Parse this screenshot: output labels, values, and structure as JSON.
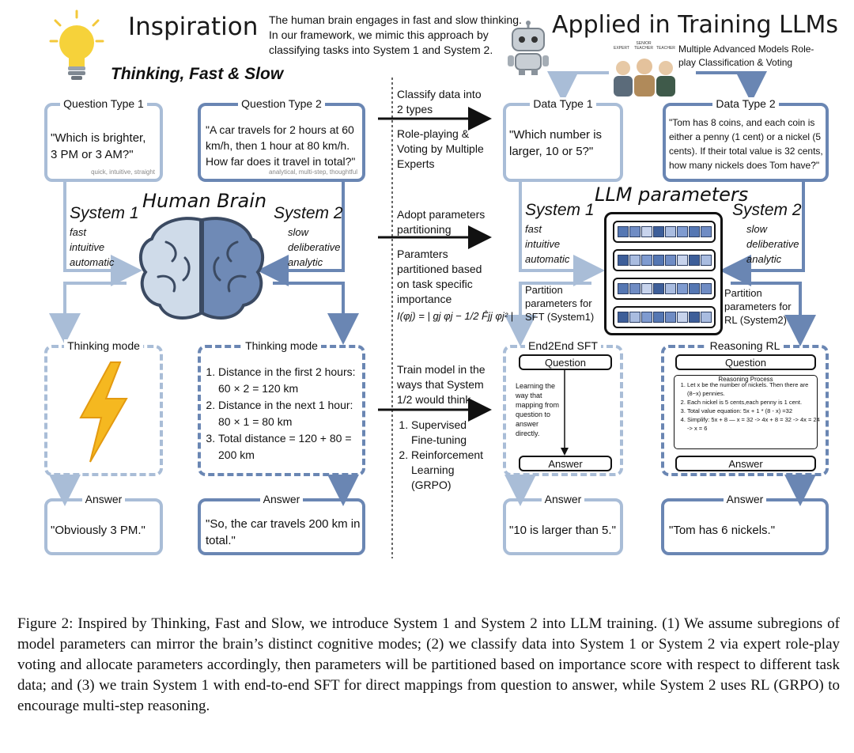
{
  "headers": {
    "left_title": "Inspiration",
    "left_subtitle": "Thinking, Fast & Slow",
    "right_title": "Applied in Training LLMs",
    "intro_note": "The human brain engages in fast and slow thinking. In our framework, we mimic this approach by classifying tasks into System 1 and System 2.",
    "roleplay_note": "Multiple Advanced Models Role-play Classification & Voting",
    "people_labels": [
      "EXPERT",
      "SENIOR TEACHER",
      "TEACHER"
    ]
  },
  "left": {
    "q1": {
      "title": "Question Type 1",
      "text": "\"Which is brighter, 3 PM or 3 AM?\"",
      "tags": "quick, intuitive, straight"
    },
    "q2": {
      "title": "Question Type 2",
      "text": "\"A car travels for 2 hours at 60 km/h, then 1 hour at 80 km/h. How far does it travel in total?\"",
      "tags": "analytical, multi-step, thoughtful"
    },
    "brain_title": "Human Brain",
    "sys1": {
      "name": "System 1",
      "traits": [
        "fast",
        "intuitive",
        "automatic"
      ]
    },
    "sys2": {
      "name": "System 2",
      "traits": [
        "slow",
        "deliberative",
        "analytic"
      ]
    },
    "mode1": {
      "title": "Thinking mode"
    },
    "mode2": {
      "title": "Thinking mode",
      "steps": [
        "Distance in the first 2 hours: 60 × 2 = 120 km",
        "Distance in the next 1 hour: 80 × 1 = 80 km",
        "Total distance = 120 + 80 = 200 km"
      ]
    },
    "ans1": {
      "title": "Answer",
      "text": "\"Obviously 3 PM.\""
    },
    "ans2": {
      "title": "Answer",
      "text": "\"So, the car travels 200 km in total.\""
    }
  },
  "middle": {
    "step1": "Classify data into 2 types",
    "step1b": "Role-playing & Voting by Multiple Experts",
    "step2": "Adopt parameters partitioning",
    "step2b": "Paramters partitioned based on task specific importance",
    "formula": "I(φj) = | gj φj − 1/2 F̂jj φj² |",
    "step3": "Train model in the ways that System 1/2 would think",
    "methods": [
      "Supervised Fine-tuning",
      "Reinforcement Learning (GRPO)"
    ]
  },
  "right": {
    "d1": {
      "title": "Data Type 1",
      "text": "\"Which number is larger, 10 or 5?\""
    },
    "d2": {
      "title": "Data Type 2",
      "text": "\"Tom has 8 coins, and each coin is either a penny (1 cent) or a nickel (5 cents). If their total value is 32 cents, how many nickels does Tom have?\""
    },
    "llm_title": "LLM parameters",
    "sys1": {
      "name": "System 1",
      "traits": [
        "fast",
        "intuitive",
        "automatic"
      ]
    },
    "sys2": {
      "name": "System 2",
      "traits": [
        "slow",
        "deliberative",
        "analytic"
      ]
    },
    "part1": "Partition parameters for SFT (System1)",
    "part2": "Partition parameters for RL (System2)",
    "sft": {
      "title": "End2End SFT",
      "question": "Question",
      "note": "Learning the way that mapping from question to answer directly.",
      "answer": "Answer"
    },
    "rl": {
      "title": "Reasoning RL",
      "question": "Question",
      "process_title": "Reasoning Process",
      "steps": [
        "Let x be the number of nickels. Then there are (8−x) pennies.",
        "Each nickel is 5 cents,each penny is 1 cent.",
        "Total value equation: 5x + 1 * (8 - x) =32",
        "Simplify: 5x + 8 — x = 32 -> 4x + 8 = 32 -> 4x = 24 -> x = 6"
      ],
      "answer": "Answer"
    },
    "ans1": {
      "title": "Answer",
      "text": "\"10 is larger than 5.\""
    },
    "ans2": {
      "title": "Answer",
      "text": "\"Tom has 6 nickels.\""
    }
  },
  "caption": "Figure 2: Inspired by Thinking, Fast and Slow, we introduce System 1 and System 2 into LLM training. (1) We assume subregions of model parameters can mirror the brain’s distinct cognitive modes; (2) we classify data into System 1 or System 2 via expert role-play voting and allocate parameters accordingly, then parameters will be partitioned based on importance score with respect to different task data; and (3) we train System 1 with end-to-end SFT for direct mappings from question to answer, while System 2 uses RL (GRPO) to encourage multi-step reasoning.",
  "colors": {
    "light": "#a9bdd7",
    "dark": "#6a86b3",
    "bulb": "#f6d23a",
    "bolt": "#f5b820"
  }
}
